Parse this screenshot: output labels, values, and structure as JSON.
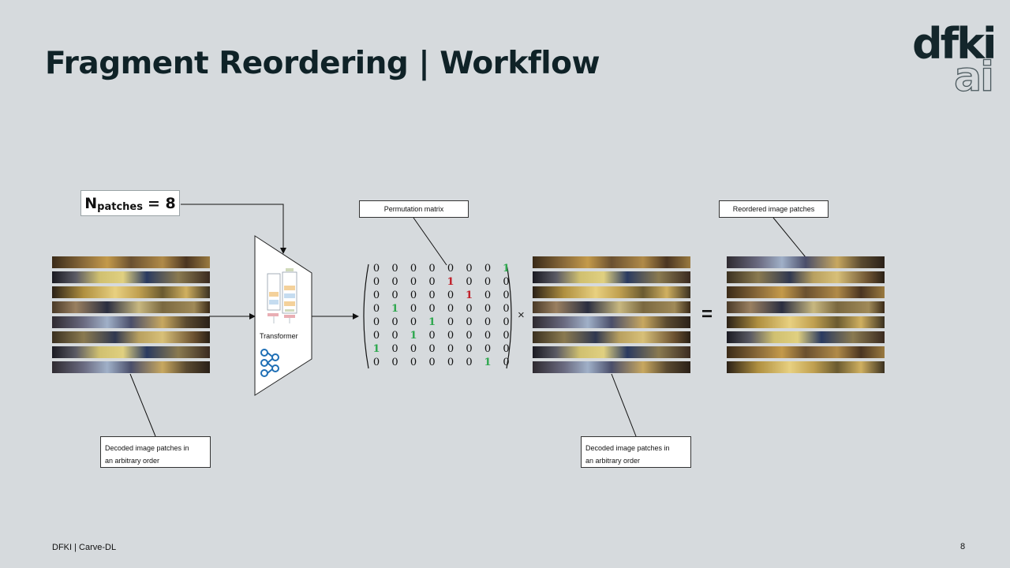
{
  "slide": {
    "title": "Fragment Reordering | Workflow",
    "footer": "DFKI | Carve-DL",
    "page_number": "8",
    "logo_line1": "dfki",
    "logo_line2": "ai"
  },
  "npatches": {
    "symbol": "N",
    "subscript": "patches",
    "value": "= 8"
  },
  "transformer": {
    "label": "Transformer"
  },
  "labels": {
    "permutation": "Permutation matrix",
    "reordered": "Reordered image patches",
    "decoded_left_line1": "Decoded image patches in",
    "decoded_left_line2": "an arbitrary order",
    "decoded_right_line1": "Decoded image patches in",
    "decoded_right_line2": "an arbitrary order"
  },
  "operators": {
    "times": "×",
    "equals": "="
  },
  "matrix": {
    "rows": [
      [
        "0",
        "0",
        "0",
        "0",
        "0",
        "0",
        "0",
        "1"
      ],
      [
        "0",
        "0",
        "0",
        "0",
        "1",
        "0",
        "0",
        "0"
      ],
      [
        "0",
        "0",
        "0",
        "0",
        "0",
        "1",
        "0",
        "0"
      ],
      [
        "0",
        "1",
        "0",
        "0",
        "0",
        "0",
        "0",
        "0"
      ],
      [
        "0",
        "0",
        "0",
        "1",
        "0",
        "0",
        "0",
        "0"
      ],
      [
        "0",
        "0",
        "1",
        "0",
        "0",
        "0",
        "0",
        "0"
      ],
      [
        "1",
        "0",
        "0",
        "0",
        "0",
        "0",
        "0",
        "0"
      ],
      [
        "0",
        "0",
        "0",
        "0",
        "0",
        "0",
        "1",
        "0"
      ]
    ],
    "highlight_green": "#2fa84f",
    "highlight_red": "#c0202a",
    "red_rows": [
      1,
      2
    ]
  },
  "colors": {
    "background": "#d6dadd",
    "title": "#0f2227"
  }
}
